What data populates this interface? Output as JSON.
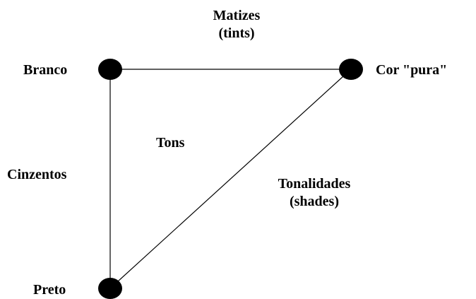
{
  "diagram": {
    "nodes": {
      "white": {
        "label": "Branco"
      },
      "pure_color": {
        "label": "Cor \"pura\""
      },
      "black": {
        "label": "Preto"
      }
    },
    "edges": {
      "top": {
        "line1": "Matizes",
        "line2": "(tints)"
      },
      "left": {
        "label": "Cinzentos"
      },
      "diagonal": {
        "line1": "Tonalidades",
        "line2": "(shades)"
      }
    },
    "interior": {
      "label": "Tons"
    },
    "colors": {
      "line": "#000000",
      "node": "#000000",
      "background": "#ffffff"
    }
  }
}
